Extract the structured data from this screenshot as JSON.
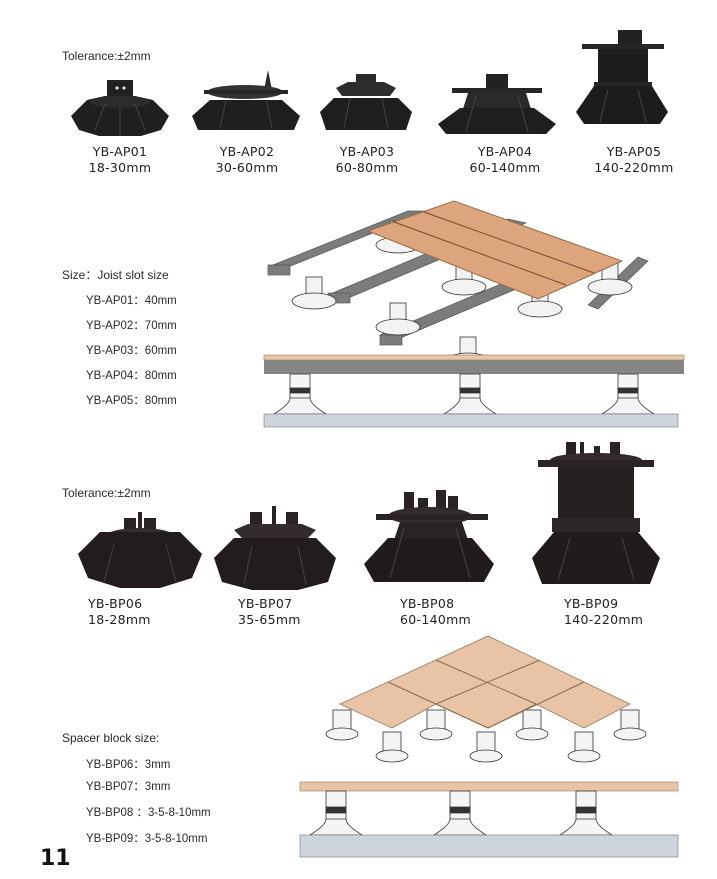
{
  "page_number": "11",
  "section_a": {
    "tolerance_label": "Tolerance:±2mm",
    "products": [
      {
        "model": "YB-AP01",
        "range": "18-30mm"
      },
      {
        "model": "YB-AP02",
        "range": "30-60mm"
      },
      {
        "model": "YB-AP03",
        "range": "60-80mm"
      },
      {
        "model": "YB-AP04",
        "range": "60-140mm"
      },
      {
        "model": "YB-AP05",
        "range": "140-220mm"
      }
    ],
    "size_heading": "Size：Joist slot size",
    "sizes": [
      {
        "text": "YB-AP01：40mm"
      },
      {
        "text": "YB-AP02：70mm"
      },
      {
        "text": "YB-AP03：60mm"
      },
      {
        "text": "YB-AP04：80mm"
      },
      {
        "text": "YB-AP05：80mm"
      }
    ],
    "diagram": "joist-decking-pedestal-illustration"
  },
  "section_b": {
    "tolerance_label": "Tolerance:±2mm",
    "products": [
      {
        "model": "YB-BP06",
        "range": "18-28mm"
      },
      {
        "model": "YB-BP07",
        "range": "35-65mm"
      },
      {
        "model": "YB-BP08",
        "range": "60-140mm"
      },
      {
        "model": "YB-BP09",
        "range": "140-220mm"
      }
    ],
    "size_heading": "Spacer block size:",
    "sizes": [
      {
        "text": "YB-BP06：3mm"
      },
      {
        "text": "YB-BP07：3mm"
      },
      {
        "text": "YB-BP08  ：3-5-8-10mm"
      },
      {
        "text": "YB-BP09：3-5-8-10mm"
      }
    ],
    "diagram": "tile-paver-pedestal-illustration"
  },
  "colors": {
    "pedestal": "#1e1e1e",
    "pedestal_b": "#2a2324",
    "wood": "#dca57d",
    "tile": "#e8c3a5",
    "joist": "#7a7a7a",
    "ground": "#cdd4dc"
  }
}
